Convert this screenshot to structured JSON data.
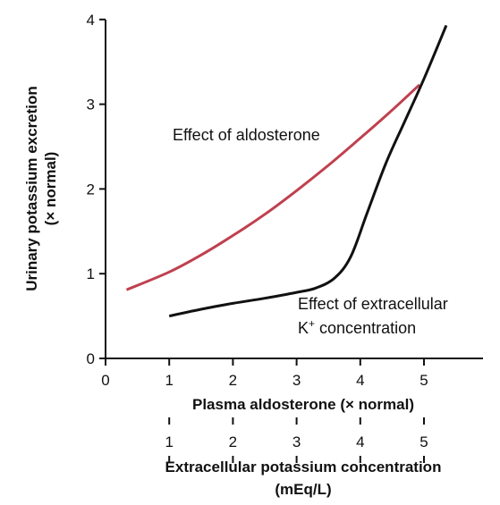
{
  "chart_data": {
    "type": "line",
    "ylabel_line1": "Urinary potassium excretion",
    "ylabel_line2": "(× normal)",
    "xlabel": "Plasma aldosterone (× normal)",
    "xlabel2_line1": "Extracellular potassium concentration",
    "xlabel2_line2": "(mEq/L)",
    "xlim": [
      0,
      6
    ],
    "ylim": [
      0,
      4
    ],
    "x_ticks": [
      0,
      1,
      2,
      3,
      4,
      5
    ],
    "y_ticks": [
      0,
      1,
      2,
      3,
      4
    ],
    "x2_ticks": [
      1,
      2,
      3,
      4,
      5
    ],
    "series": [
      {
        "name": "Effect of aldosterone",
        "color": "#c0404f",
        "points": [
          [
            0.33,
            0.81
          ],
          [
            1.0,
            1.02
          ],
          [
            1.5,
            1.22
          ],
          [
            2.0,
            1.45
          ],
          [
            2.5,
            1.7
          ],
          [
            3.0,
            1.98
          ],
          [
            3.5,
            2.28
          ],
          [
            4.0,
            2.6
          ],
          [
            4.5,
            2.93
          ],
          [
            4.93,
            3.23
          ]
        ]
      },
      {
        "name": "Effect of extracellular",
        "name_line2_k": "K",
        "name_line2_sup": "+",
        "name_line2_rest": " concentration",
        "color": "#111111",
        "points": [
          [
            1.0,
            0.5
          ],
          [
            1.5,
            0.58
          ],
          [
            2.0,
            0.65
          ],
          [
            2.5,
            0.71
          ],
          [
            3.0,
            0.78
          ],
          [
            3.3,
            0.83
          ],
          [
            3.6,
            0.95
          ],
          [
            3.85,
            1.2
          ],
          [
            4.1,
            1.7
          ],
          [
            4.4,
            2.3
          ],
          [
            4.7,
            2.8
          ],
          [
            5.0,
            3.3
          ],
          [
            5.35,
            3.93
          ]
        ]
      }
    ]
  }
}
